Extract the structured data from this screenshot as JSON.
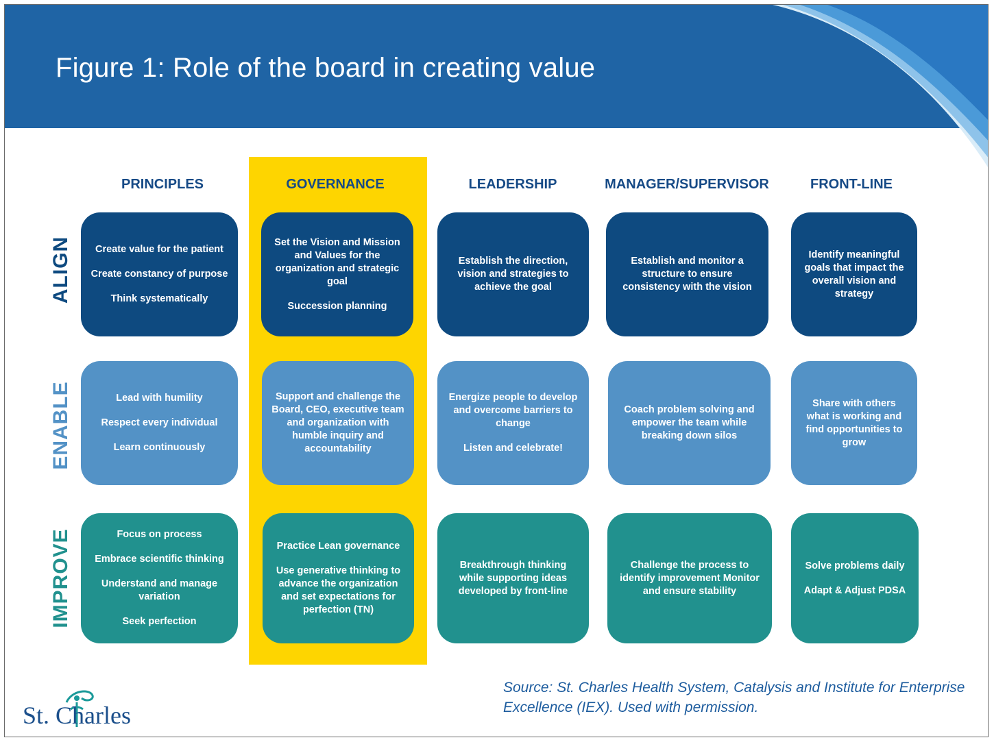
{
  "title": "Figure 1: Role of the board in creating value",
  "columns": [
    "PRINCIPLES",
    "GOVERNANCE",
    "LEADERSHIP",
    "MANAGER/SUPERVISOR",
    "FRONT-LINE"
  ],
  "rows": [
    "ALIGN",
    "ENABLE",
    "IMPROVE"
  ],
  "cells": {
    "align": [
      [
        "Create value for the patient",
        "Create constancy of purpose",
        "Think systematically"
      ],
      [
        "Set the Vision and Mission and Values for the organization and strategic goal",
        "Succession planning"
      ],
      [
        "Establish the direction, vision and strategies to achieve the goal"
      ],
      [
        "Establish and monitor a structure to ensure consistency with the vision"
      ],
      [
        "Identify meaningful goals that impact the overall vision and strategy"
      ]
    ],
    "enable": [
      [
        "Lead with humility",
        "Respect every individual",
        "Learn continuously"
      ],
      [
        "Support and challenge the Board, CEO, executive team and organization with humble inquiry and accountability"
      ],
      [
        "Energize people to develop and overcome barriers to change",
        "Listen and celebrate!"
      ],
      [
        "Coach problem solving and empower the team while breaking down silos"
      ],
      [
        "Share with others what is working and find opportunities to grow"
      ]
    ],
    "improve": [
      [
        "Focus on process",
        "Embrace scientific thinking",
        "Understand and manage variation",
        "Seek perfection"
      ],
      [
        "Practice Lean governance",
        "Use generative thinking to advance the organization and set expectations for perfection (TN)"
      ],
      [
        "Breakthrough thinking while supporting ideas developed by front-line"
      ],
      [
        "Challenge the process to identify improvement Monitor and ensure stability"
      ],
      [
        "Solve problems daily",
        "Adapt & Adjust PDSA"
      ]
    ]
  },
  "source": "Source: St. Charles Health System, Catalysis and Institute for Enterprise Excellence (IEX). Used with permission.",
  "logo_text": "St. Charles",
  "colors": {
    "header": "#1f64a5",
    "highlight": "#fed500",
    "align": "#0e4a80",
    "enable": "#5392c6",
    "improve": "#21918e",
    "heading_text": "#164a86"
  }
}
